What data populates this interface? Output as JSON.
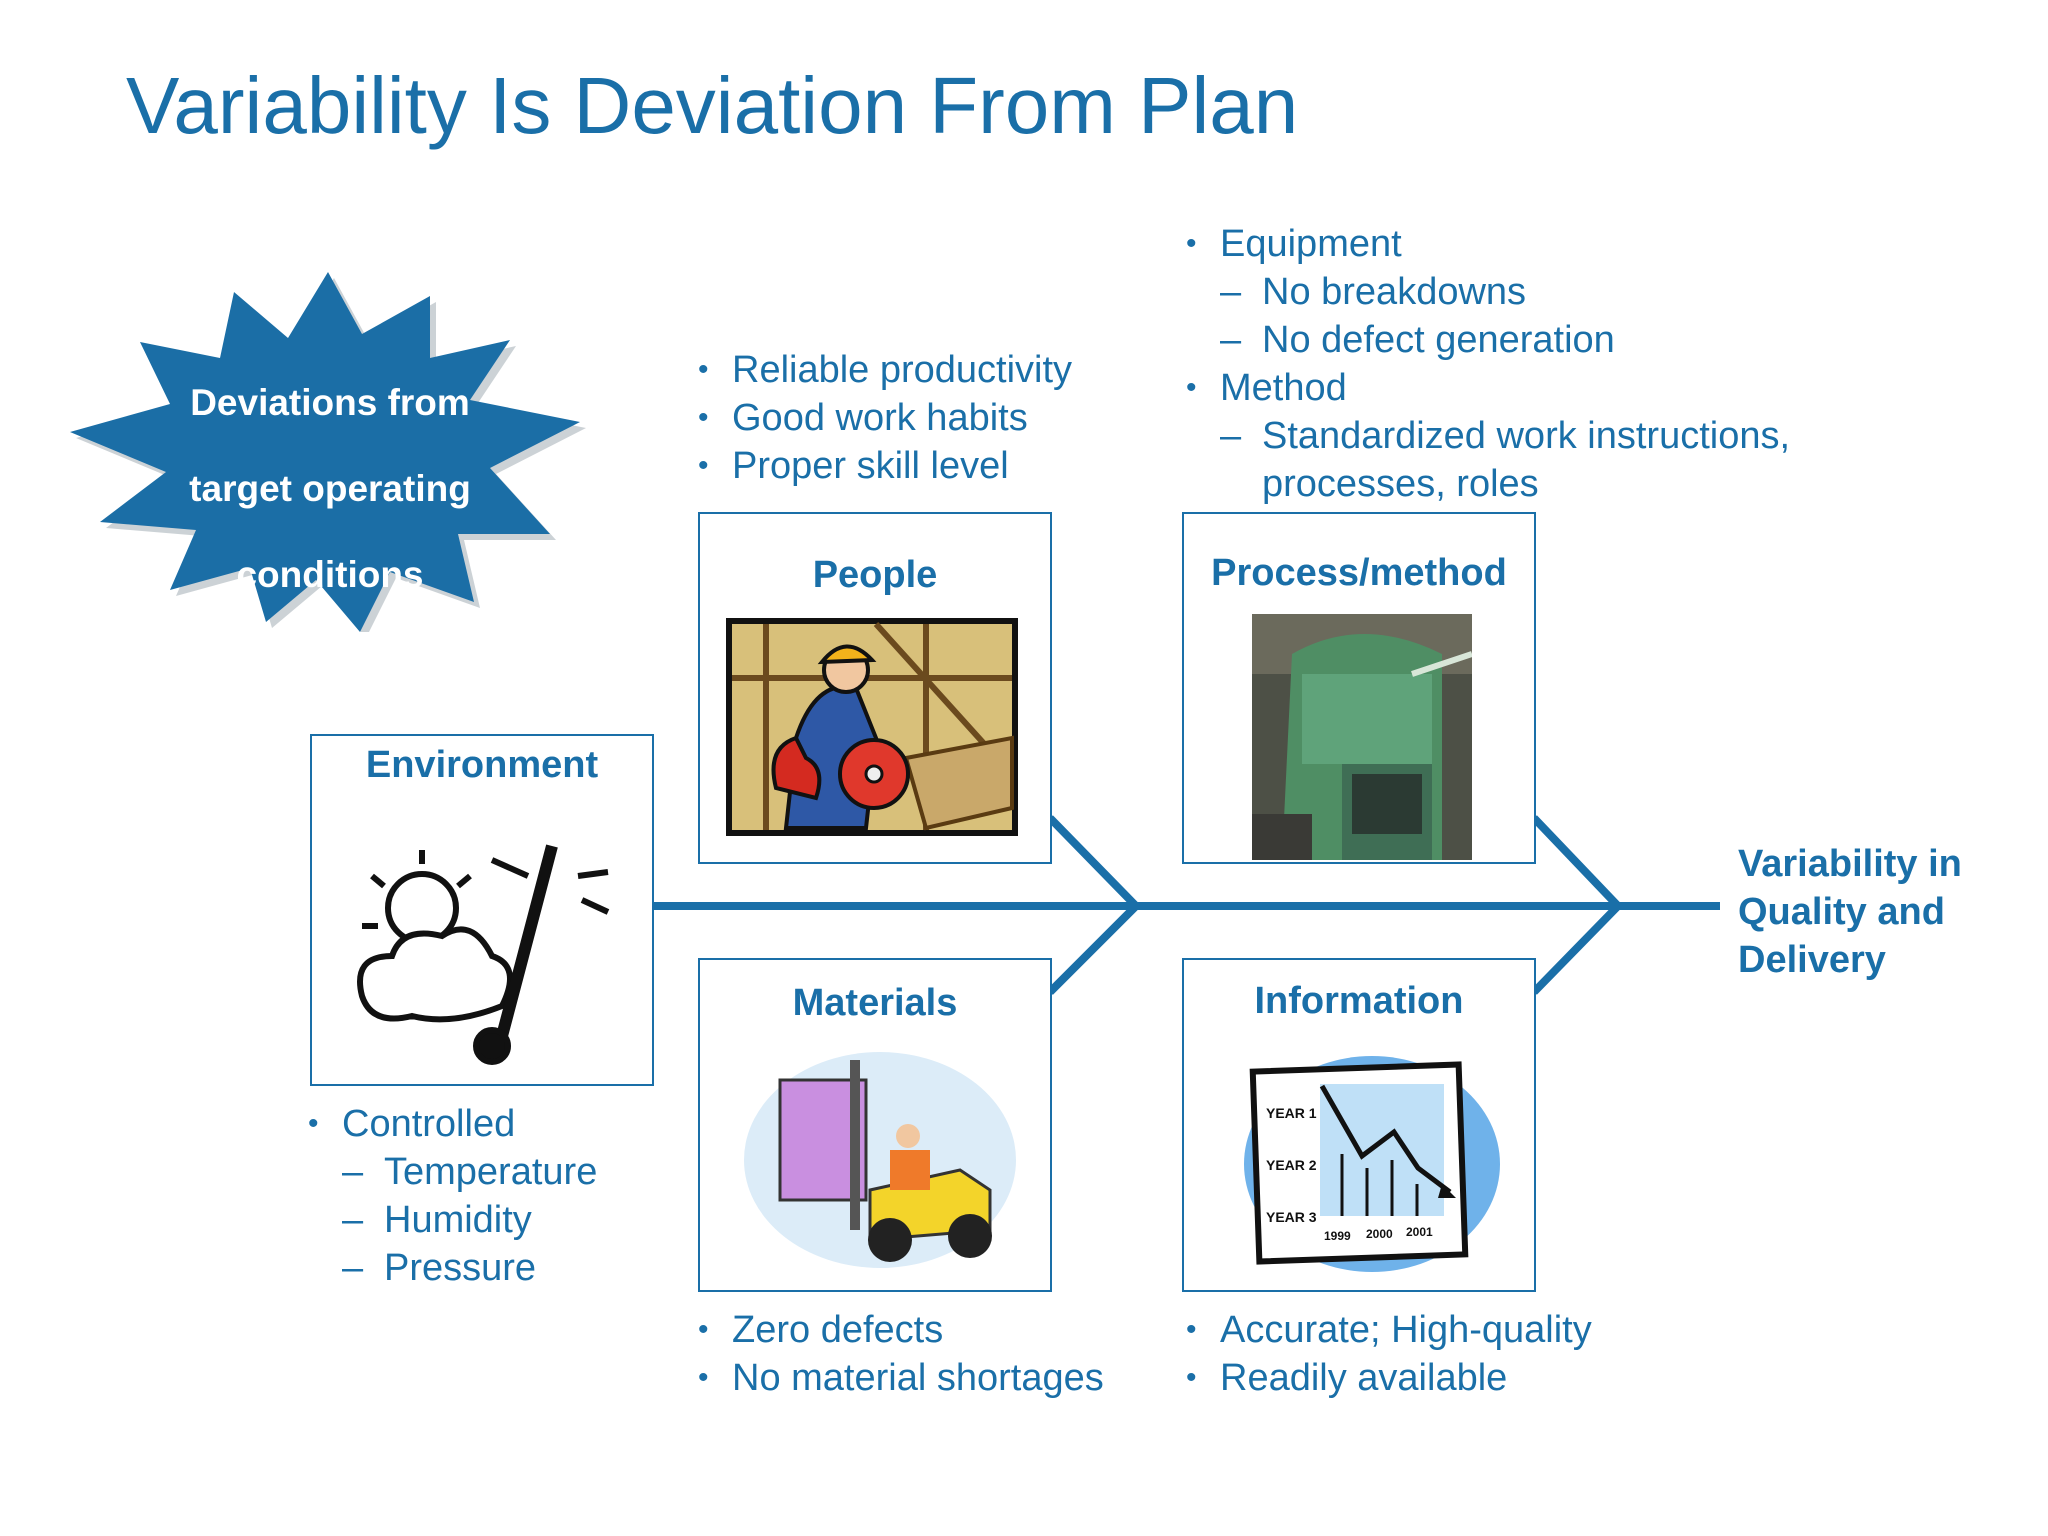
{
  "title": "Variability Is Deviation From Plan",
  "burst": {
    "lines": [
      "Deviations from",
      "target operating",
      "conditions"
    ],
    "color": "#1b6ea6"
  },
  "accent_color": "#1a6fa8",
  "effect": {
    "lines": [
      "Variability in",
      "Quality and",
      "Delivery"
    ]
  },
  "categories": {
    "people": {
      "title": "People",
      "bullets": [
        "Reliable productivity",
        "Good work habits",
        "Proper skill level"
      ],
      "icon": "construction-worker-saw-icon"
    },
    "process": {
      "title": "Process/method",
      "bullets": [
        {
          "text": "Equipment",
          "level": 1
        },
        {
          "text": "No breakdowns",
          "level": 2
        },
        {
          "text": "No defect generation",
          "level": 2
        },
        {
          "text": "Method",
          "level": 1
        },
        {
          "text": "Standardized work instructions,",
          "level": 2
        },
        {
          "text": "processes, roles",
          "level": 3
        }
      ],
      "icon": "industrial-press-machine-photo"
    },
    "environment": {
      "title": "Environment",
      "bullets": [
        {
          "text": "Controlled",
          "level": 1
        },
        {
          "text": "Temperature",
          "level": 2
        },
        {
          "text": "Humidity",
          "level": 2
        },
        {
          "text": "Pressure",
          "level": 2
        }
      ],
      "icon": "weather-thermometer-icon"
    },
    "materials": {
      "title": "Materials",
      "bullets": [
        "Zero defects",
        "No material shortages"
      ],
      "icon": "forklift-icon"
    },
    "information": {
      "title": "Information",
      "bullets": [
        "Accurate; High-quality",
        "Readily available"
      ],
      "icon": "declining-chart-icon",
      "chart_labels": {
        "rows": [
          "YEAR 1",
          "YEAR 2",
          "YEAR 3"
        ],
        "cols": [
          "1999",
          "2000",
          "2001"
        ]
      }
    }
  }
}
